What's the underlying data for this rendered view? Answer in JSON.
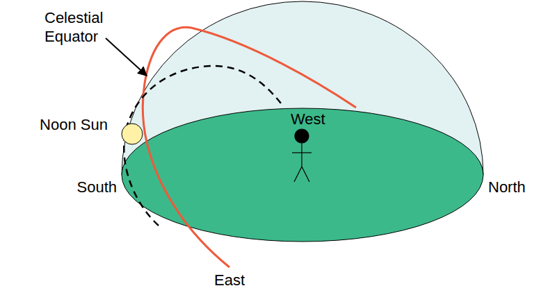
{
  "diagram": {
    "labels": [
      "Celestial Equator",
      "Noon Sun",
      "South",
      "West",
      "North",
      "East"
    ]
  }
}
